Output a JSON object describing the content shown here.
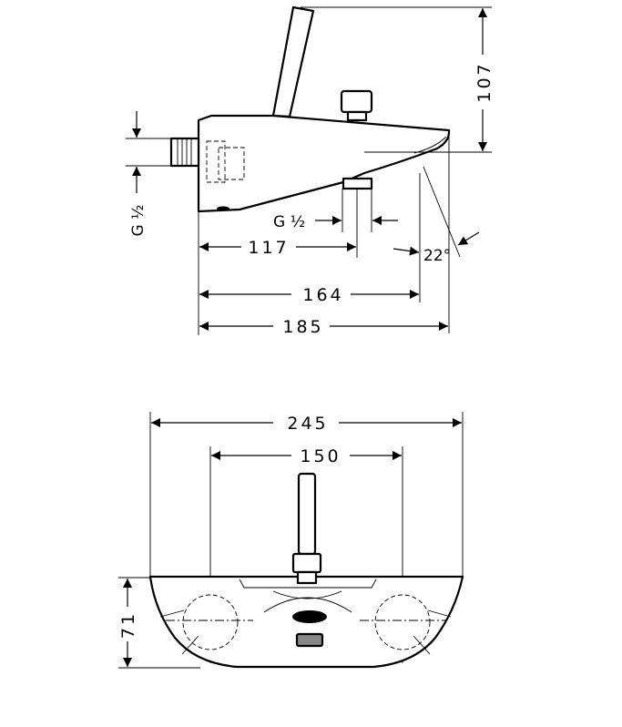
{
  "side_view": {
    "height_label": "107",
    "inlet_thread_label": "G ½",
    "outlet_thread_label": "G ½",
    "dim_outlet_label": "117",
    "dim_spout_label": "164",
    "dim_total_label": "185",
    "angle_label": "22°"
  },
  "top_view": {
    "width_label": "245",
    "spacing_label": "150",
    "depth_label": "71"
  }
}
